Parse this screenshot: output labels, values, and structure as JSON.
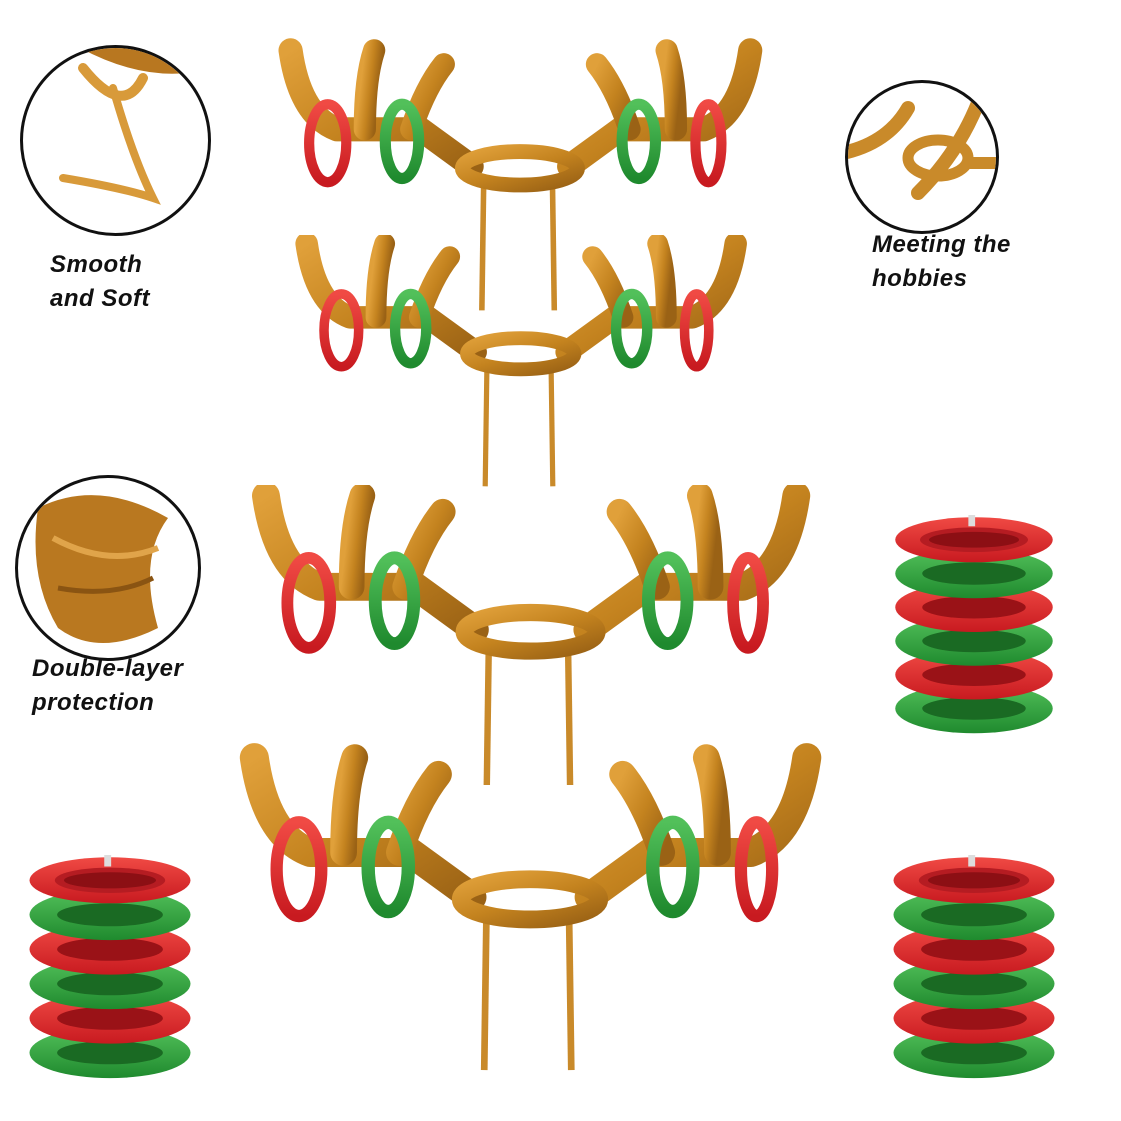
{
  "captions": {
    "smooth_line1": "Smooth",
    "smooth_line2": "and Soft",
    "hobbies_line1": "Meeting the",
    "hobbies_line2": "hobbies",
    "layer_line1": "Double-layer",
    "layer_line2": "protection"
  },
  "colors": {
    "antler": "#c98a2a",
    "antler_dark": "#9c6418",
    "ring_red": "#e0262b",
    "ring_green": "#2e9a3a",
    "outline": "#111111"
  },
  "icons": {
    "callout_strap": "strap-closeup-icon",
    "callout_joint": "antler-joint-closeup-icon",
    "callout_seam": "seam-closeup-icon"
  }
}
